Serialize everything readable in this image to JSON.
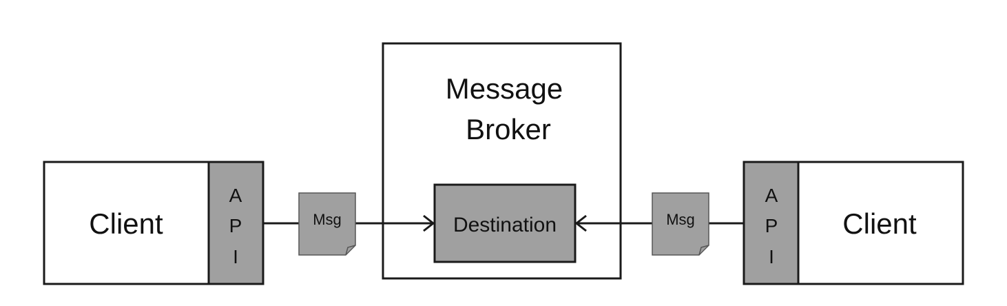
{
  "diagram": {
    "left_client": {
      "label": "Client",
      "api": [
        "A",
        "P",
        "I"
      ]
    },
    "right_client": {
      "label": "Client",
      "api": [
        "A",
        "P",
        "I"
      ]
    },
    "broker": {
      "title_line1": "Message",
      "title_line2": "Broker",
      "destination_label": "Destination"
    },
    "left_message": {
      "label": "Msg"
    },
    "right_message": {
      "label": "Msg"
    },
    "colors": {
      "box_fill": "#ffffff",
      "shaded_fill": "#a0a0a0",
      "stroke": "#1a1a1a"
    }
  }
}
